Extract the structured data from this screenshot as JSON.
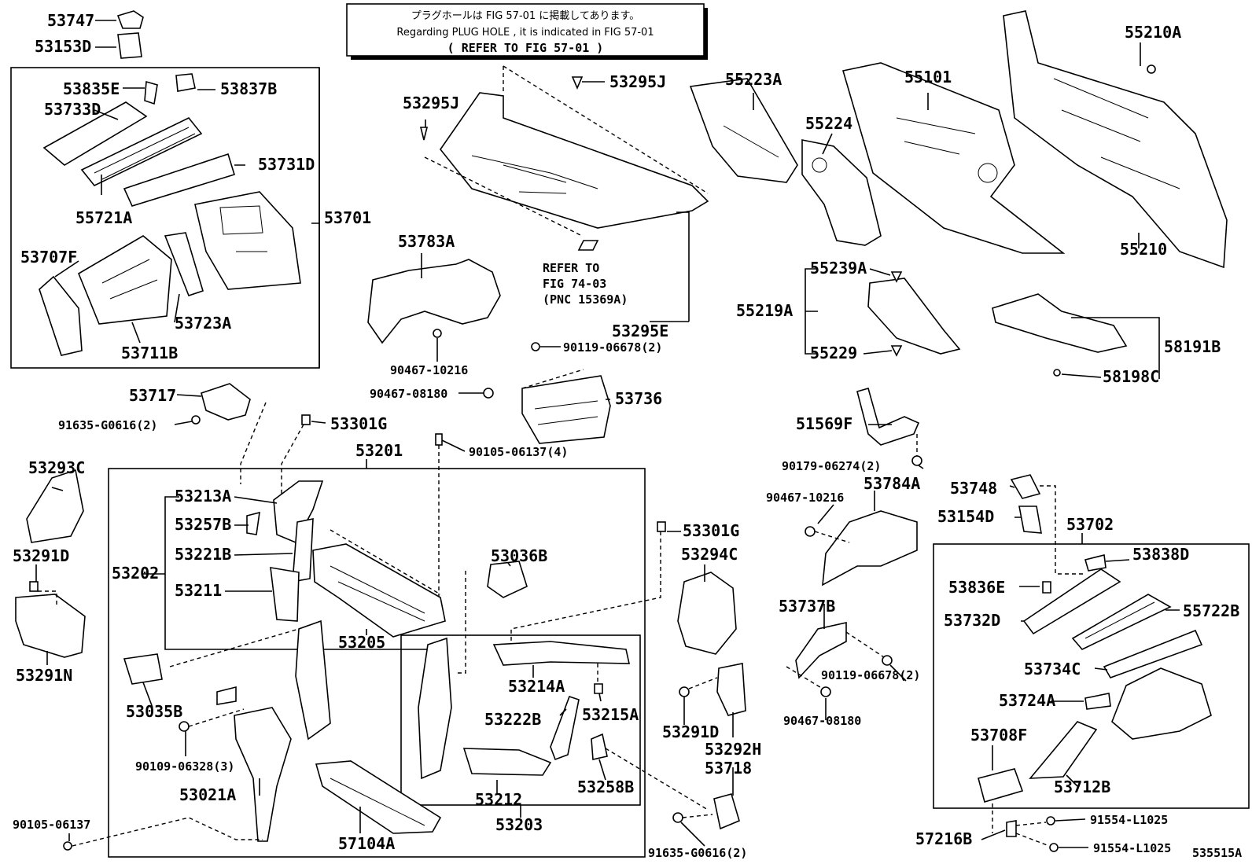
{
  "notice": {
    "line1": "プラグホールは FIG 57-01 に掲載してあります。",
    "line2": "Regarding  PLUG  HOLE , it is indicated in FIG  57-01",
    "line3": "( REFER  TO  FIG  57-01 )"
  },
  "refer_note": {
    "line1": "REFER  TO",
    "line2": "FIG  74-03",
    "line3": "(PNC  15369A)"
  },
  "diagram_id": "535515A",
  "labels": {
    "p53747": "53747",
    "p53153D": "53153D",
    "p53835E": "53835E",
    "p53837B": "53837B",
    "p53733D": "53733D",
    "p53731D": "53731D",
    "p55721A": "55721A",
    "p53701": "53701",
    "p53707F": "53707F",
    "p53723A": "53723A",
    "p53711B": "53711B",
    "p53295J_a": "53295J",
    "p53295J_b": "53295J",
    "p53783A": "53783A",
    "p53295E": "53295E",
    "p90467_10216_a": "90467-10216",
    "p90119_06678_a": "90119-06678(2)",
    "p90467_08180_a": "90467-08180",
    "p53736": "53736",
    "p55223A": "55223A",
    "p55101": "55101",
    "p55224": "55224",
    "p55210A": "55210A",
    "p55210": "55210",
    "p55239A": "55239A",
    "p55219A": "55219A",
    "p55229": "55229",
    "p58191B": "58191B",
    "p58198C": "58198C",
    "p53717": "53717",
    "p91635_G0616_a": "91635-G0616(2)",
    "p53301G_a": "53301G",
    "p53201": "53201",
    "p90105_06137_a": "90105-06137(4)",
    "p53293C": "53293C",
    "p53291D_a": "53291D",
    "p53291N": "53291N",
    "p53213A": "53213A",
    "p53257B": "53257B",
    "p53221B": "53221B",
    "p53202": "53202",
    "p53211": "53211",
    "p53205": "53205",
    "p53036B": "53036B",
    "p53301G_b": "53301G",
    "p53294C": "53294C",
    "p53035B": "53035B",
    "p53214A": "53214A",
    "p53215A": "53215A",
    "p53222B": "53222B",
    "p90109_06328": "90109-06328(3)",
    "p53021A": "53021A",
    "p53212": "53212",
    "p53258B": "53258B",
    "p53203": "53203",
    "p57104A": "57104A",
    "p90105_06137_b": "90105-06137",
    "p53291D_b": "53291D",
    "p53292H": "53292H",
    "p53718": "53718",
    "p91635_G0616_b": "91635-G0616(2)",
    "p51569F": "51569F",
    "p90179_06274": "90179-06274(2)",
    "p90467_10216_b": "90467-10216",
    "p53784A": "53784A",
    "p53737B": "53737B",
    "p90119_06678_b": "90119-06678(2)",
    "p90467_08180_b": "90467-08180",
    "p53748": "53748",
    "p53154D": "53154D",
    "p53702": "53702",
    "p53838D": "53838D",
    "p53836E": "53836E",
    "p53732D": "53732D",
    "p55722B": "55722B",
    "p53734C": "53734C",
    "p53724A": "53724A",
    "p53708F": "53708F",
    "p53712B": "53712B",
    "p57216B": "57216B",
    "p91554_L1025_a": "91554-L1025",
    "p91554_L1025_b": "91554-L1025"
  }
}
